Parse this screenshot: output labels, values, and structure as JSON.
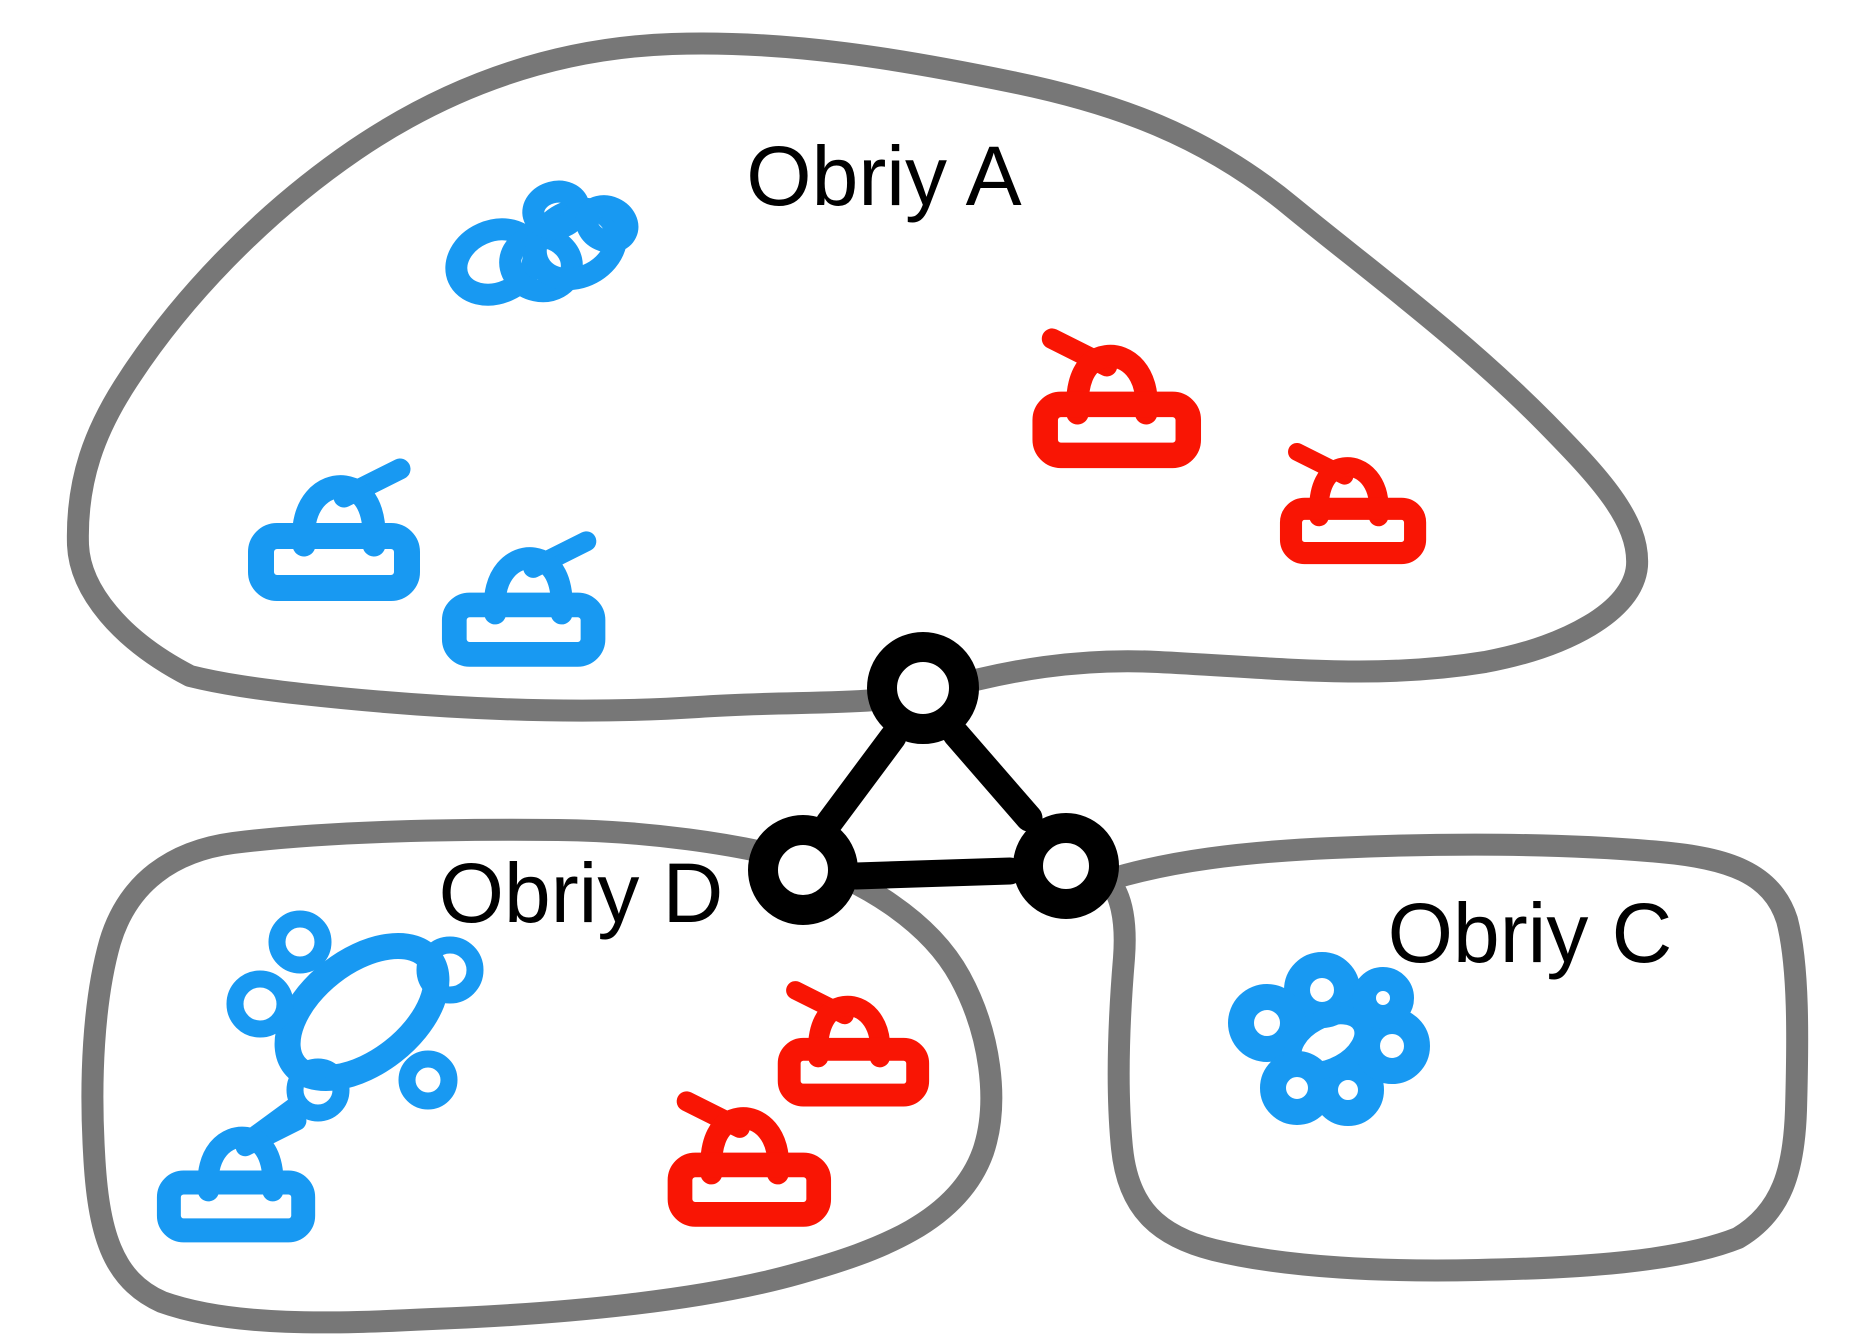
{
  "diagram": {
    "background_color": "#ffffff",
    "colors": {
      "region_outline": "#777777",
      "friendly_blue": "#1899F2",
      "enemy_red": "#F91504",
      "network_black": "#000000",
      "label_text": "#000000"
    },
    "regions": [
      {
        "label": "Obriy A",
        "units": [
          {
            "icon": "scribble-cluster",
            "color": "friendly_blue"
          },
          {
            "icon": "tank-facing-right",
            "color": "friendly_blue"
          },
          {
            "icon": "tank-facing-right",
            "color": "friendly_blue"
          },
          {
            "icon": "tank-facing-left",
            "color": "enemy_red"
          },
          {
            "icon": "tank-facing-left",
            "color": "enemy_red"
          }
        ]
      },
      {
        "label": "Obriy D",
        "units": [
          {
            "icon": "scribble-bug",
            "color": "friendly_blue"
          },
          {
            "icon": "tank-facing-right",
            "color": "friendly_blue"
          },
          {
            "icon": "tank-facing-left",
            "color": "enemy_red"
          },
          {
            "icon": "tank-facing-left",
            "color": "enemy_red"
          }
        ]
      },
      {
        "label": "Obriy C",
        "units": [
          {
            "icon": "scribble-flower",
            "color": "friendly_blue"
          }
        ]
      }
    ],
    "network": {
      "shape": "triangle",
      "node_count": 3
    }
  }
}
